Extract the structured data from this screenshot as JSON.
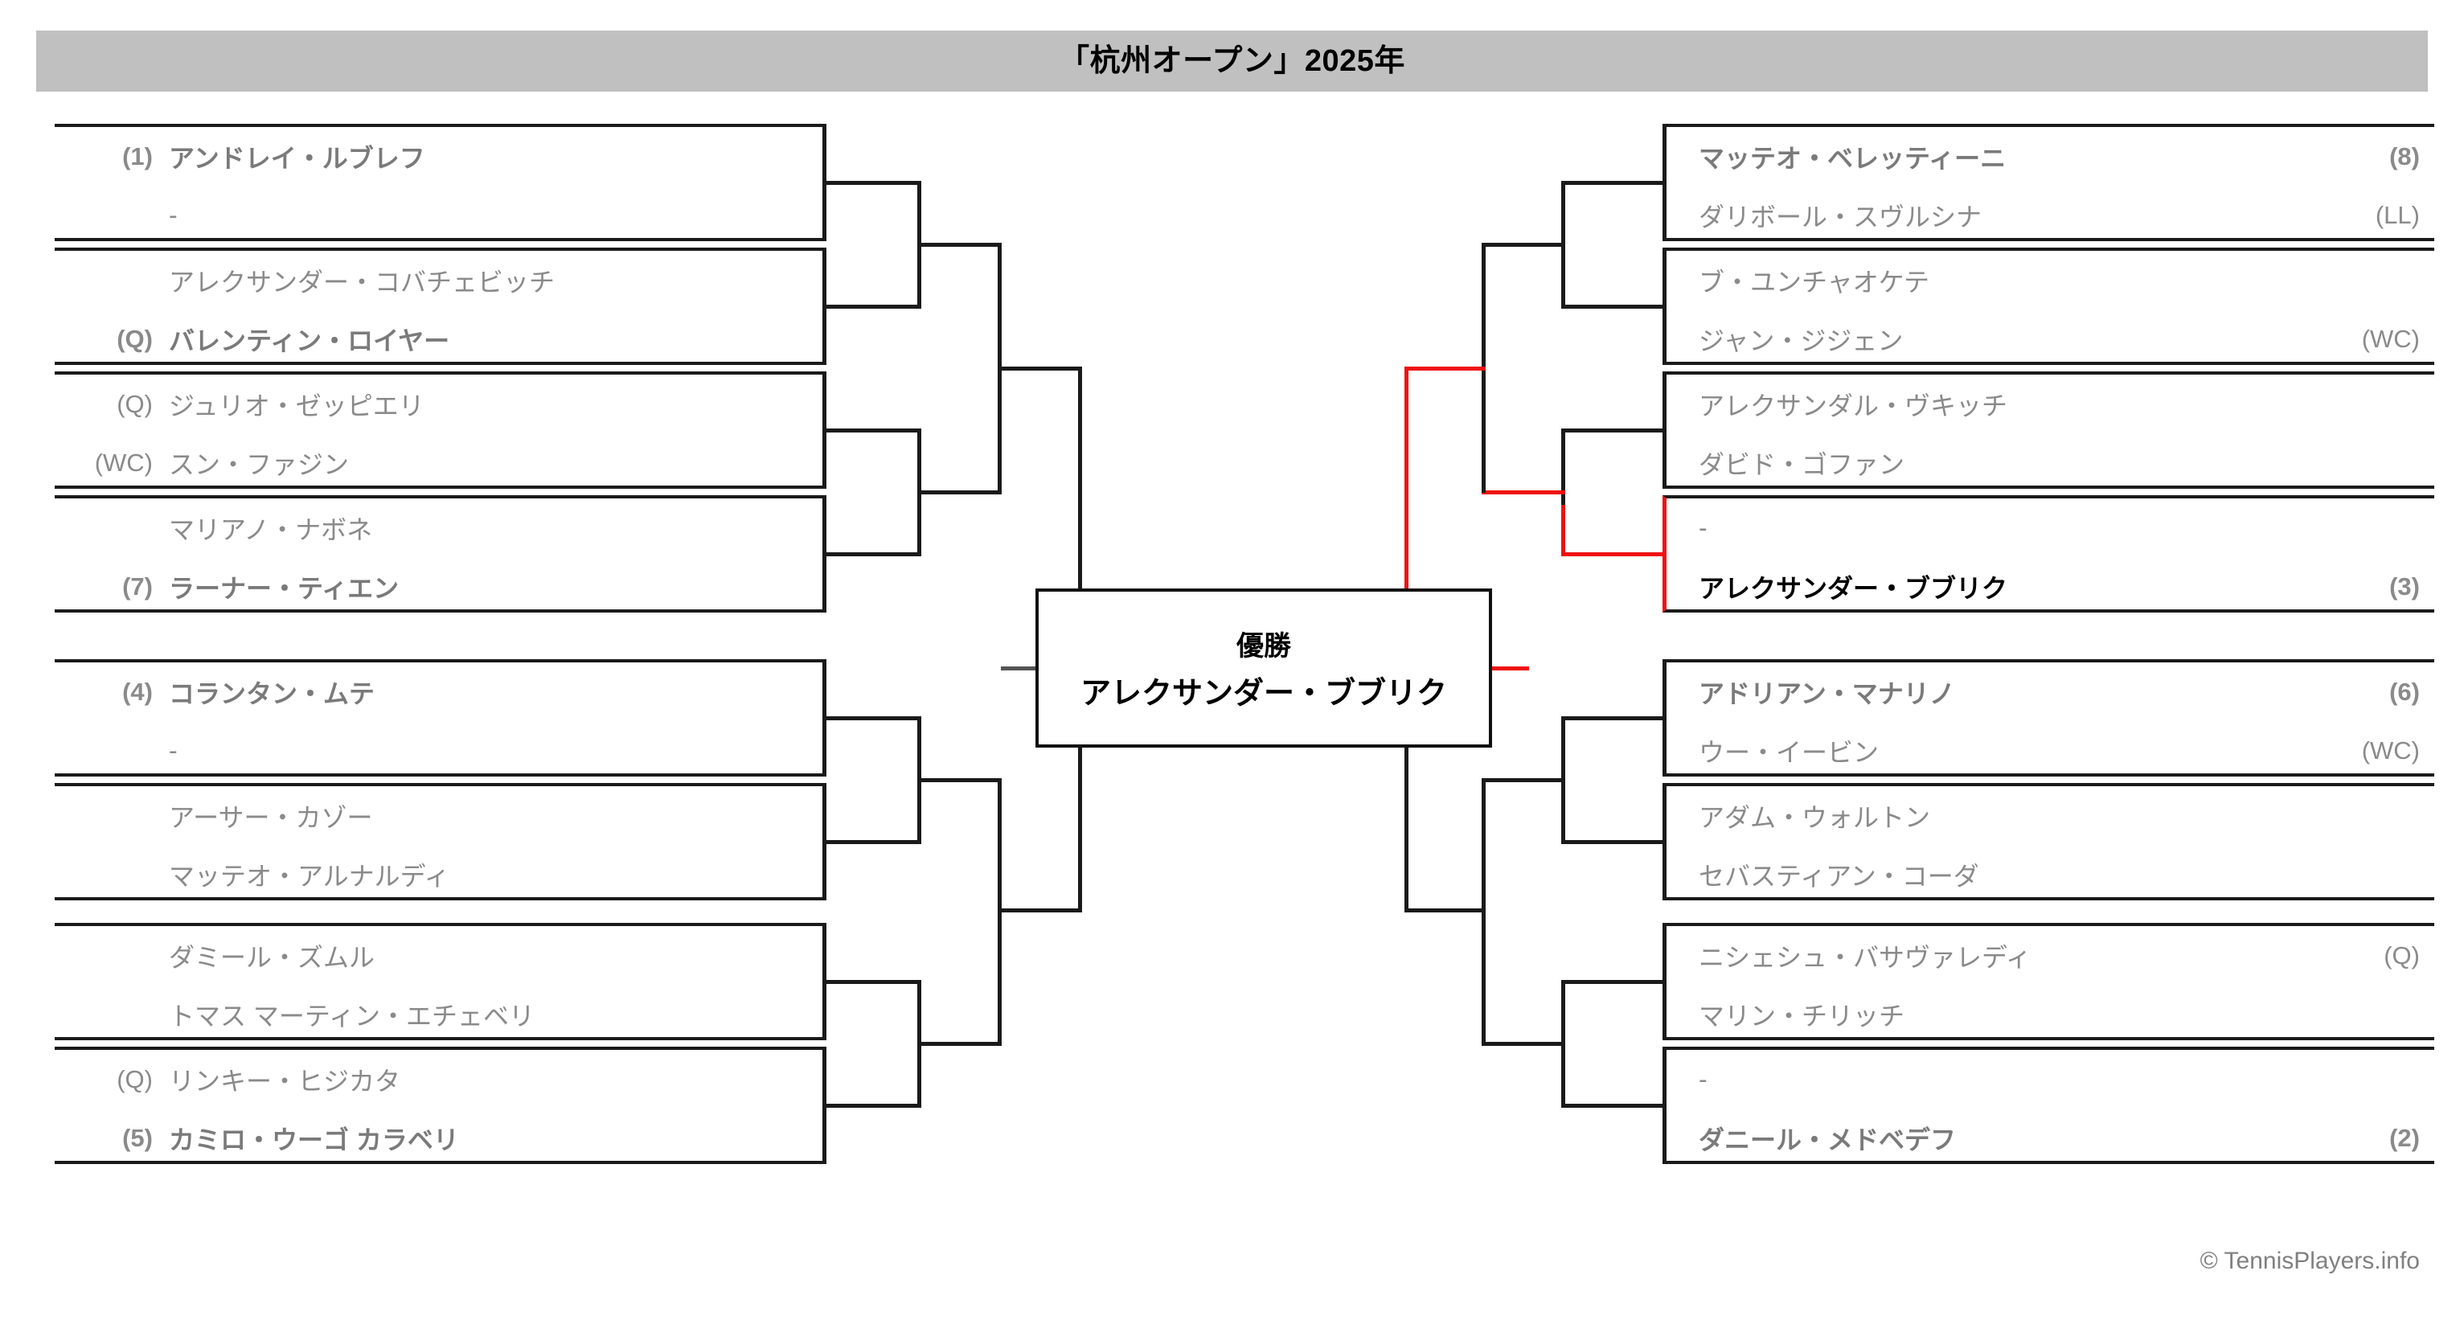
{
  "header": {
    "title": "「杭州オープン」2025年",
    "bar_color": "#c0c0c0"
  },
  "champion": {
    "label": "優勝",
    "name": "アレクサンダー・ブブリク"
  },
  "footer": {
    "credit": "© TennisPlayers.info"
  },
  "colors": {
    "winner_path": "#ee1111",
    "line": "#1a1a1a",
    "text": "#8a8a8a",
    "champion_text": "#000000"
  },
  "bracket": {
    "left": {
      "matches": [
        {
          "id": "L-R1-M1",
          "players": [
            {
              "seed": "(1)",
              "name": "アンドレイ・ルブレフ",
              "winner": true
            },
            {
              "seed": "",
              "name": "-",
              "winner": false
            }
          ]
        },
        {
          "id": "L-R1-M2",
          "players": [
            {
              "seed": "",
              "name": "アレクサンダー・コバチェビッチ",
              "winner": false
            },
            {
              "seed": "(Q)",
              "name": "バレンティン・ロイヤー",
              "winner": true
            }
          ]
        },
        {
          "id": "L-R1-M3",
          "players": [
            {
              "seed": "(Q)",
              "name": "ジュリオ・ゼッピエリ",
              "winner": false
            },
            {
              "seed": "(WC)",
              "name": "スン・ファジン",
              "winner": false
            }
          ]
        },
        {
          "id": "L-R1-M4",
          "players": [
            {
              "seed": "",
              "name": "マリアノ・ナボネ",
              "winner": false
            },
            {
              "seed": "(7)",
              "name": "ラーナー・ティエン",
              "winner": true
            }
          ]
        },
        {
          "id": "L-R1-M5",
          "players": [
            {
              "seed": "(4)",
              "name": "コランタン・ムテ",
              "winner": true
            },
            {
              "seed": "",
              "name": "-",
              "winner": false
            }
          ]
        },
        {
          "id": "L-R1-M6",
          "players": [
            {
              "seed": "",
              "name": "アーサー・カゾー",
              "winner": false
            },
            {
              "seed": "",
              "name": "マッテオ・アルナルディ",
              "winner": false
            }
          ]
        },
        {
          "id": "L-R1-M7",
          "players": [
            {
              "seed": "",
              "name": "ダミール・ズムル",
              "winner": false
            },
            {
              "seed": "",
              "name": "トマス マーティン・エチェベリ",
              "winner": false
            }
          ]
        },
        {
          "id": "L-R1-M8",
          "players": [
            {
              "seed": "(Q)",
              "name": "リンキー・ヒジカタ",
              "winner": false
            },
            {
              "seed": "(5)",
              "name": "カミロ・ウーゴ カラベリ",
              "winner": true
            }
          ]
        }
      ]
    },
    "right": {
      "matches": [
        {
          "id": "R-R1-M1",
          "players": [
            {
              "seed": "(8)",
              "name": "マッテオ・ベレッティーニ",
              "winner": true
            },
            {
              "seed": "(LL)",
              "name": "ダリボール・スヴルシナ",
              "winner": false
            }
          ]
        },
        {
          "id": "R-R1-M2",
          "players": [
            {
              "seed": "",
              "name": "ブ・ユンチャオケテ",
              "winner": false
            },
            {
              "seed": "(WC)",
              "name": "ジャン・ジジェン",
              "winner": false
            }
          ]
        },
        {
          "id": "R-R1-M3",
          "players": [
            {
              "seed": "",
              "name": "アレクサンダル・ヴキッチ",
              "winner": false
            },
            {
              "seed": "",
              "name": "ダビド・ゴファン",
              "winner": false
            }
          ]
        },
        {
          "id": "R-R1-M4",
          "players": [
            {
              "seed": "",
              "name": "-",
              "winner": false
            },
            {
              "seed": "(3)",
              "name": "アレクサンダー・ブブリク",
              "winner": true,
              "champion": true
            }
          ]
        },
        {
          "id": "R-R1-M5",
          "players": [
            {
              "seed": "(6)",
              "name": "アドリアン・マナリノ",
              "winner": true
            },
            {
              "seed": "(WC)",
              "name": "ウー・イービン",
              "winner": false
            }
          ]
        },
        {
          "id": "R-R1-M6",
          "players": [
            {
              "seed": "",
              "name": "アダム・ウォルトン",
              "winner": false
            },
            {
              "seed": "",
              "name": "セバスティアン・コーダ",
              "winner": false
            }
          ]
        },
        {
          "id": "R-R1-M7",
          "players": [
            {
              "seed": "(Q)",
              "name": "ニシェシュ・バサヴァレディ",
              "winner": false
            },
            {
              "seed": "",
              "name": "マリン・チリッチ",
              "winner": false
            }
          ]
        },
        {
          "id": "R-R1-M8",
          "players": [
            {
              "seed": "",
              "name": "-",
              "winner": false
            },
            {
              "seed": "(2)",
              "name": "ダニール・メドベデフ",
              "winner": true
            }
          ]
        }
      ]
    }
  }
}
